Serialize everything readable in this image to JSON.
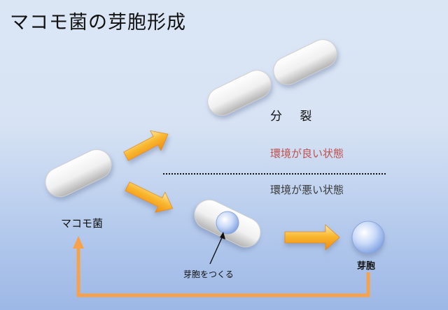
{
  "title": "マコモ菌の芽胞形成",
  "labels": {
    "division": "分 裂",
    "good_env": "環境が良い状態",
    "bad_env": "環境が悪い状態",
    "makomo": "マコモ菌",
    "spore_forming": "芽胞をつくる",
    "spore": "芽胞"
  },
  "colors": {
    "good_env_text": "#c0504d",
    "arrow_orange": "#f7b030",
    "return_arrow": "#f7a24a",
    "spore_blue": "#a9c2f0"
  }
}
